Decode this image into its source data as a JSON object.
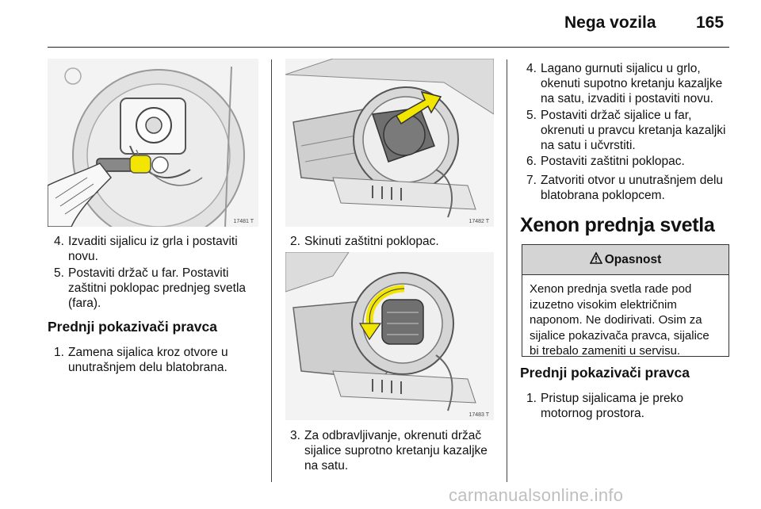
{
  "header": {
    "title": "Nega vozila",
    "page_number": "165"
  },
  "figures": {
    "fig1": {
      "number": "17481 T"
    },
    "fig2": {
      "number": "17482 T"
    },
    "fig3": {
      "number": "17483 T"
    }
  },
  "col1": {
    "steps": [
      {
        "num": "4.",
        "text": "Izvaditi sijalicu iz grla i postaviti novu."
      },
      {
        "num": "5.",
        "text": "Postaviti držač u far. Postaviti zaštitni poklopac prednjeg svetla (fara)."
      }
    ],
    "subheading": "Prednji pokazivači pravca",
    "sub_steps": [
      {
        "num": "1.",
        "text": "Zamena sijalica kroz otvore u unutrašnjem delu blatobrana."
      }
    ]
  },
  "col2": {
    "step2": {
      "num": "2.",
      "text": "Skinuti zaštitni poklopac."
    },
    "step3": {
      "num": "3.",
      "text": "Za odbravljivanje, okrenuti držač sijalice suprotno kretanju kazaljke na satu."
    }
  },
  "col3": {
    "steps": [
      {
        "num": "4.",
        "text": "Lagano gurnuti sijalicu u grlo, okenuti supotno kretanju kazaljke na satu, izvaditi i postaviti novu."
      },
      {
        "num": "5.",
        "text": "Postaviti držač sijalice u far, okrenuti u pravcu kretanja kazaljki na satu i učvrstiti."
      },
      {
        "num": "6.",
        "text": "Postaviti zaštitni poklopac."
      },
      {
        "num": "7.",
        "text": "Zatvoriti otvor u unutrašnjem delu blatobrana poklopcem."
      }
    ],
    "heading": "Xenon prednja svetla",
    "warning": {
      "icon": "warning-triangle-icon",
      "title": "Opasnost",
      "text": "Xenon prednja svetla rade pod izuzetno visokim električnim naponom. Ne dodirivati. Osim za sijalice pokazivača pravca, sijalice bi trebalo zameniti u servisu."
    },
    "subheading": "Prednji pokazivači pravca",
    "sub_steps": [
      {
        "num": "1.",
        "text": "Pristup sijalicama je preko motornog prostora."
      }
    ]
  },
  "watermark": "carmanualsonline.info",
  "colors": {
    "highlight_yellow": "#f2e600",
    "figure_bg": "#f3f3f3",
    "warning_header_bg": "#d4d4d4"
  }
}
